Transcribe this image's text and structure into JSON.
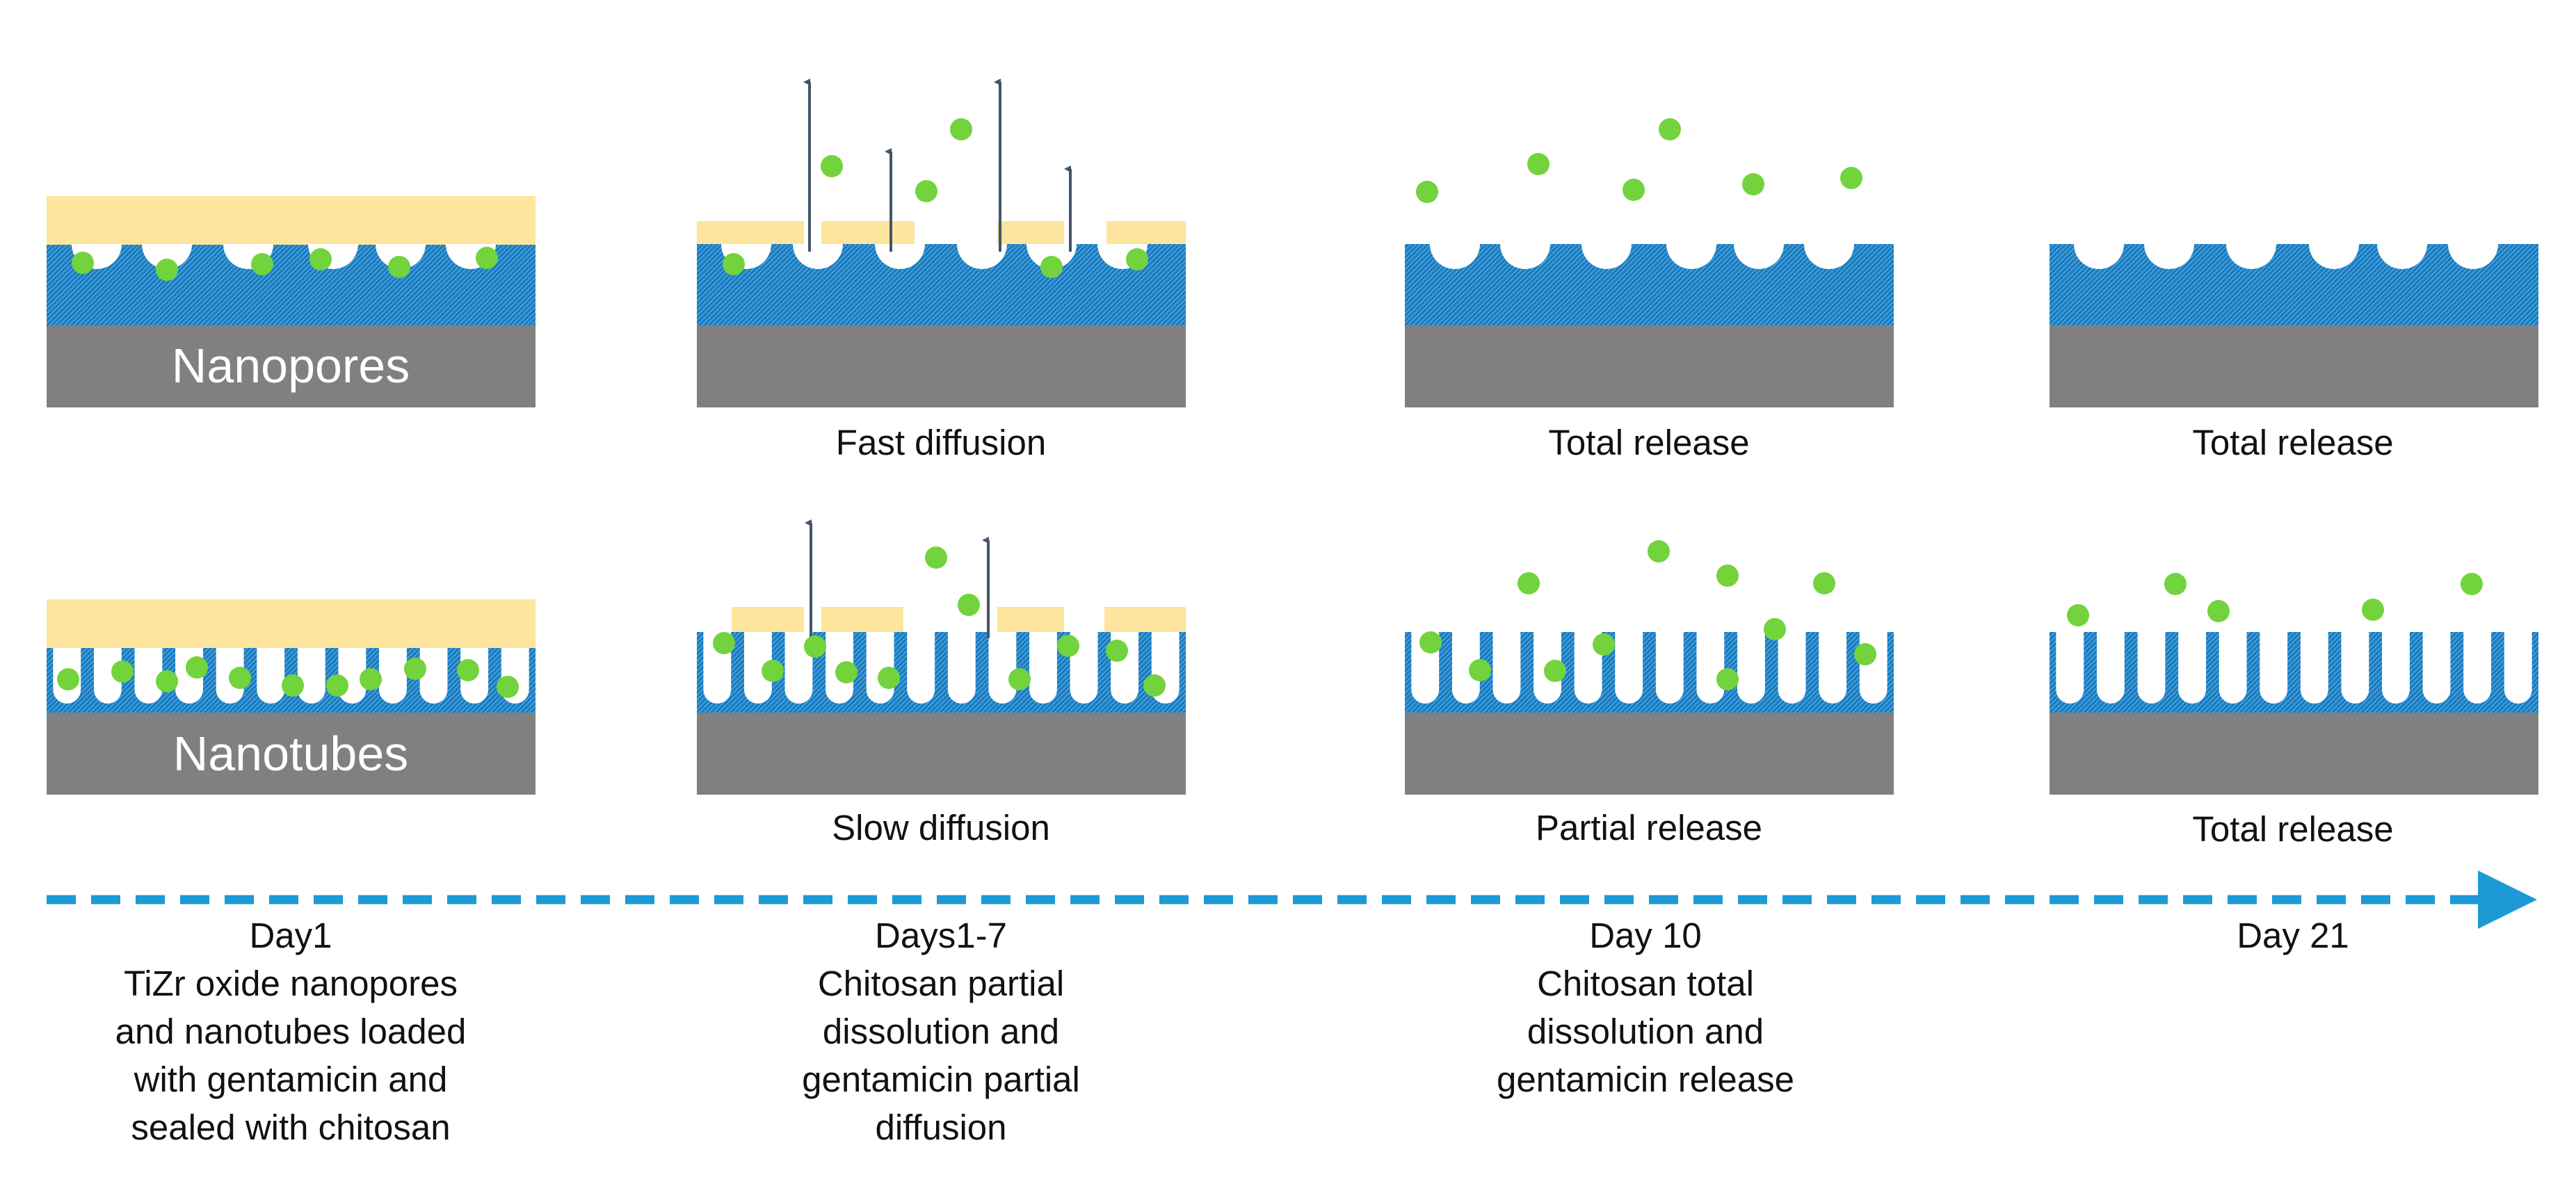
{
  "colors": {
    "chitosan": "#fde59e",
    "oxide": "#1a7bbf",
    "oxide_hatch": "#4ea6de",
    "substrate": "#808080",
    "drug": "#72d33c",
    "arrow": "#44546a",
    "timeline": "#1d9ad6"
  },
  "rows": {
    "nanopores": {
      "label": "Nanopores",
      "captions": [
        "",
        "Fast diffusion",
        "Total release",
        "Total release"
      ]
    },
    "nanotubes": {
      "label": "Nanotubes",
      "captions": [
        "",
        "Slow diffusion",
        "Partial release",
        "Total release"
      ]
    }
  },
  "timeline": {
    "stages": [
      {
        "day": "Day1",
        "lines": [
          "TiZr oxide nanopores",
          "and nanotubes loaded",
          "with gentamicin and",
          "sealed with chitosan"
        ]
      },
      {
        "day": "Days1-7",
        "lines": [
          "Chitosan partial",
          "dissolution and",
          "gentamicin partial",
          "diffusion"
        ]
      },
      {
        "day": "Day 10",
        "lines": [
          "Chitosan total",
          "dissolution and",
          "gentamicin release"
        ]
      },
      {
        "day": "Day 21",
        "lines": []
      }
    ]
  }
}
